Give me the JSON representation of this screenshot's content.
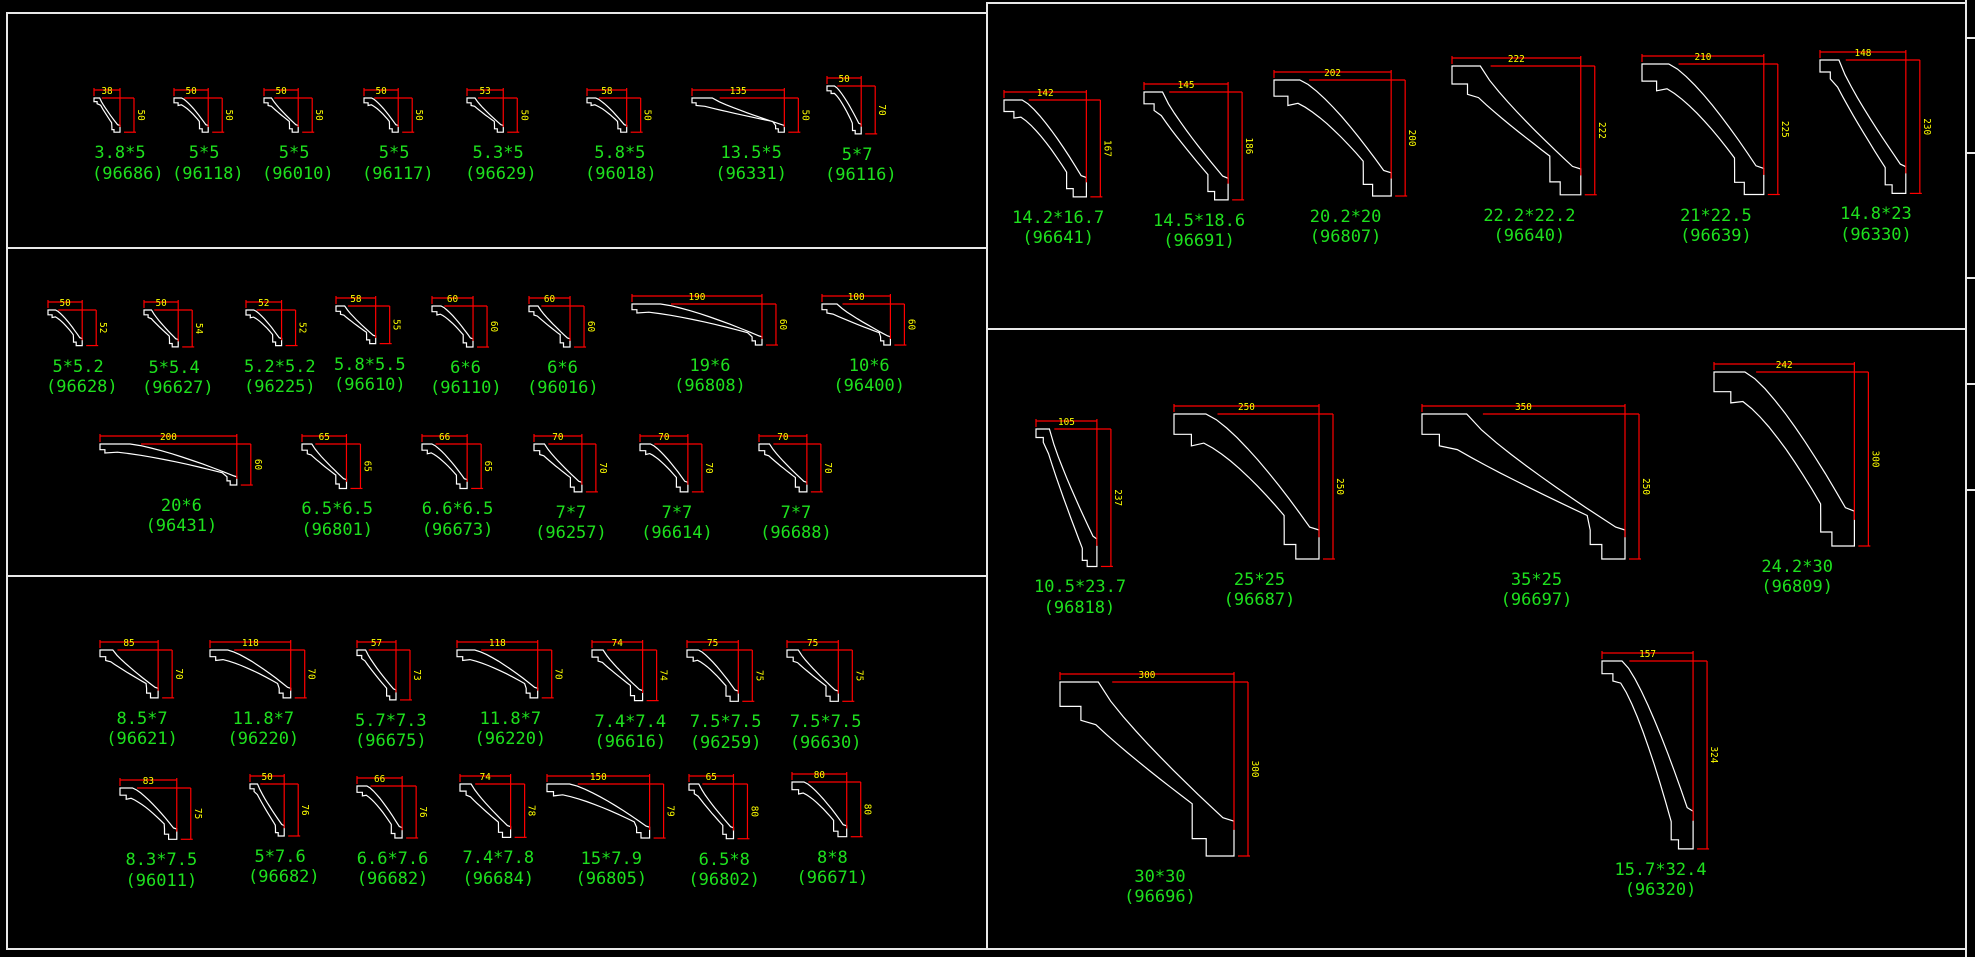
{
  "drawing": {
    "title": "Cornice molding profile catalog",
    "colors": {
      "background": "#000000",
      "profile": "#ffffff",
      "dimension_line": "#ff0000",
      "dimension_text": "#ffff00",
      "label_text": "#1ee01e",
      "frame": "#e8e8e8"
    }
  },
  "panels": [
    {
      "id": "top-left-row-1",
      "items": [
        {
          "w": "38",
          "h": "50",
          "size": "3.8*5",
          "code": "(96686)"
        },
        {
          "w": "50",
          "h": "50",
          "size": "5*5",
          "code": "(96118)"
        },
        {
          "w": "50",
          "h": "50",
          "size": "5*5",
          "code": "(96010)"
        },
        {
          "w": "50",
          "h": "50",
          "size": "5*5",
          "code": "(96117)"
        },
        {
          "w": "53",
          "h": "50",
          "size": "5.3*5",
          "code": "(96629)"
        },
        {
          "w": "58",
          "h": "50",
          "size": "5.8*5",
          "code": "(96018)"
        },
        {
          "w": "135",
          "h": "50",
          "size": "13.5*5",
          "code": "(96331)"
        },
        {
          "w": "50",
          "h": "70",
          "size": "5*7",
          "code": "(96116)"
        }
      ]
    },
    {
      "id": "middle-left",
      "items": [
        {
          "w": "50",
          "h": "52",
          "size": "5*5.2",
          "code": "(96628)"
        },
        {
          "w": "50",
          "h": "54",
          "size": "5*5.4",
          "code": "(96627)"
        },
        {
          "w": "52",
          "h": "52",
          "size": "5.2*5.2",
          "code": "(96225)"
        },
        {
          "w": "58",
          "h": "55",
          "size": "5.8*5.5",
          "code": "(96610)"
        },
        {
          "w": "60",
          "h": "60",
          "size": "6*6",
          "code": "(96110)"
        },
        {
          "w": "60",
          "h": "60",
          "size": "6*6",
          "code": "(96016)"
        },
        {
          "w": "190",
          "h": "60",
          "size": "19*6",
          "code": "(96808)"
        },
        {
          "w": "100",
          "h": "60",
          "size": "10*6",
          "code": "(96400)"
        },
        {
          "w": "200",
          "h": "60",
          "size": "20*6",
          "code": "(96431)"
        },
        {
          "w": "65",
          "h": "65",
          "size": "6.5*6.5",
          "code": "(96801)"
        },
        {
          "w": "66",
          "h": "65",
          "size": "6.6*6.5",
          "code": "(96673)"
        },
        {
          "w": "70",
          "h": "70",
          "size": "7*7",
          "code": "(96257)"
        },
        {
          "w": "70",
          "h": "70",
          "size": "7*7",
          "code": "(96614)"
        },
        {
          "w": "70",
          "h": "70",
          "size": "7*7",
          "code": "(96688)"
        }
      ]
    },
    {
      "id": "bottom-left",
      "items": [
        {
          "w": "85",
          "h": "70",
          "size": "8.5*7",
          "code": "(96621)"
        },
        {
          "w": "118",
          "h": "70",
          "size": "11.8*7",
          "code": "(96220)"
        },
        {
          "w": "57",
          "h": "73",
          "size": "5.7*7.3",
          "code": "(96675)"
        },
        {
          "w": "118",
          "h": "70",
          "size": "11.8*7",
          "code": "(96220)"
        },
        {
          "w": "74",
          "h": "74",
          "size": "7.4*7.4",
          "code": "(96616)"
        },
        {
          "w": "75",
          "h": "75",
          "size": "7.5*7.5",
          "code": "(96259)"
        },
        {
          "w": "75",
          "h": "75",
          "size": "7.5*7.5",
          "code": "(96630)"
        },
        {
          "w": "83",
          "h": "75",
          "size": "8.3*7.5",
          "code": "(96011)"
        },
        {
          "w": "50",
          "h": "76",
          "size": "5*7.6",
          "code": "(96682)"
        },
        {
          "w": "66",
          "h": "76",
          "size": "6.6*7.6",
          "code": "(96682)"
        },
        {
          "w": "74",
          "h": "78",
          "size": "7.4*7.8",
          "code": "(96684)"
        },
        {
          "w": "150",
          "h": "79",
          "size": "15*7.9",
          "code": "(96805)"
        },
        {
          "w": "65",
          "h": "80",
          "size": "6.5*8",
          "code": "(96802)"
        },
        {
          "w": "80",
          "h": "80",
          "size": "8*8",
          "code": "(96671)"
        }
      ]
    },
    {
      "id": "top-right",
      "items": [
        {
          "w": "142",
          "h": "167",
          "size": "14.2*16.7",
          "code": "(96641)"
        },
        {
          "w": "145",
          "h": "186",
          "size": "14.5*18.6",
          "code": "(96691)"
        },
        {
          "w": "202",
          "h": "200",
          "size": "20.2*20",
          "code": "(96807)"
        },
        {
          "w": "222",
          "h": "222",
          "size": "22.2*22.2",
          "code": "(96640)"
        },
        {
          "w": "210",
          "h": "225",
          "size": "21*22.5",
          "code": "(96639)"
        },
        {
          "w": "148",
          "h": "230",
          "size": "14.8*23",
          "code": "(96330)"
        }
      ]
    },
    {
      "id": "bottom-right",
      "items": [
        {
          "w": "105",
          "h": "237",
          "size": "10.5*23.7",
          "code": "(96818)"
        },
        {
          "w": "250",
          "h": "250",
          "size": "25*25",
          "code": "(96687)"
        },
        {
          "w": "350",
          "h": "250",
          "size": "35*25",
          "code": "(96697)"
        },
        {
          "w": "242",
          "h": "300",
          "size": "24.2*30",
          "code": "(96809)"
        },
        {
          "w": "300",
          "h": "300",
          "size": "30*30",
          "code": "(96696)"
        },
        {
          "w": "157",
          "h": "324",
          "size": "15.7*32.4",
          "code": "(96320)"
        }
      ]
    }
  ]
}
